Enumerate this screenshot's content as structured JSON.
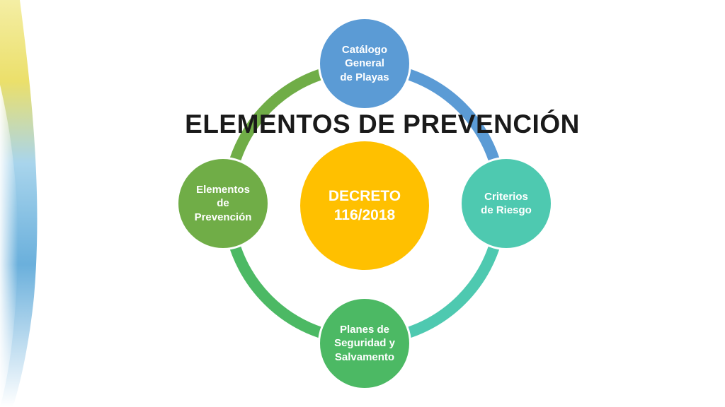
{
  "title": "ELEMENTOS DE PREVENCIÓN",
  "diagram": {
    "center": {
      "label": "DECRETO\n116/2018",
      "color": "#FFC000"
    },
    "nodes": [
      {
        "label": "Catálogo\nGeneral\nde Playas",
        "color": "#5B9BD5"
      },
      {
        "label": "Criterios\nde Riesgo",
        "color": "#4EC9B0"
      },
      {
        "label": "Planes de\nSeguridad y\nSalvamento",
        "color": "#4CB964"
      },
      {
        "label": "Elementos\nde\nPrevención",
        "color": "#70AD47"
      }
    ],
    "arc_colors": [
      "#5B9BD5",
      "#4EC9B0",
      "#4CB964",
      "#70AD47"
    ]
  }
}
